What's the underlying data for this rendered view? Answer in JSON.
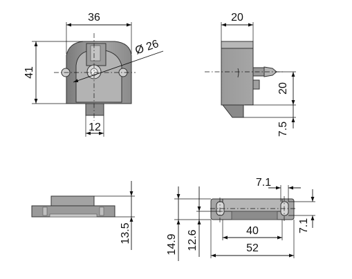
{
  "colors": {
    "body_light": "#a9a9a9",
    "body_mid": "#8e8e8e",
    "body_dark": "#6f6f6f",
    "outline": "#333333",
    "dimension": "#111111",
    "background": "#ffffff"
  },
  "front_view": {
    "width": "36",
    "height": "41",
    "diameter": "Ø 26",
    "stem_width": "12"
  },
  "side_view": {
    "depth": "20",
    "axis_height": "20",
    "stem_offset": "7.5"
  },
  "bottom_view": {
    "height": "13.5"
  },
  "plan_view": {
    "hole_spacing": "7.1",
    "hole_offset": "7.1",
    "inner_length": "40",
    "overall_length": "52",
    "overall_height": "14.9",
    "base_height": "12.6"
  }
}
